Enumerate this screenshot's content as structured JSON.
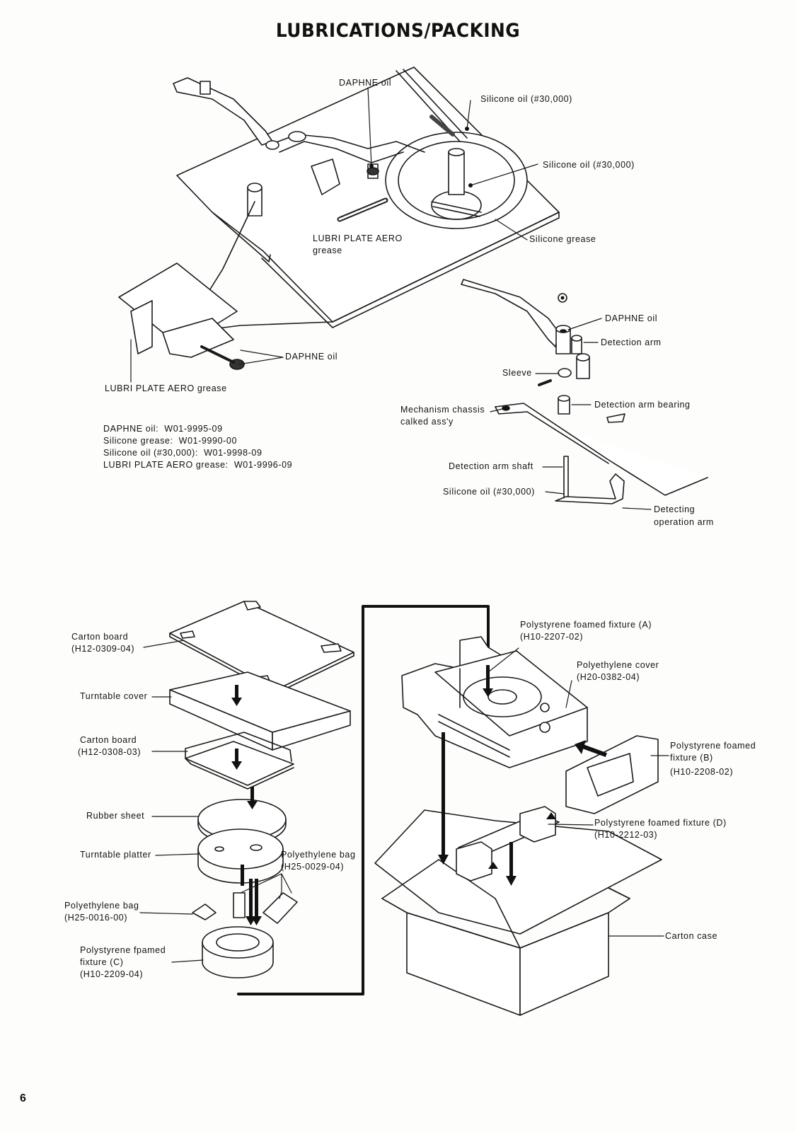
{
  "title": "LUBRICATIONS/PACKING",
  "lubrication": {
    "daphne_oil_top": "DAPHNE oil",
    "silicone_oil_1": "Silicone oil (#30,000)",
    "silicone_oil_2": "Silicone oil (#30,000)",
    "lubri_plate_aero_1": "LUBRI PLATE AERO",
    "lubri_plate_aero_1b": "grease",
    "silicone_grease": "Silicone grease",
    "daphne_oil_left": "DAPHNE oil",
    "lubri_plate_aero_2": "LUBRI PLATE AERO grease",
    "legend": [
      "DAPHNE oil:  W01-9995-09",
      "Silicone grease:  W01-9990-00",
      "Silicone oil (#30,000):  W01-9998-09",
      "LUBRI PLATE AERO grease:  W01-9996-09"
    ],
    "detail": {
      "daphne_oil": "DAPHNE oil",
      "detection_arm": "Detection arm",
      "sleeve": "Sleeve",
      "detection_arm_bearing": "Detection arm bearing",
      "mechanism_chassis_1": "Mechanism chassis",
      "mechanism_chassis_2": "calked ass'y",
      "detection_arm_shaft": "Detection arm shaft",
      "silicone_oil": "Silicone oil (#30,000)",
      "detecting_1": "Detecting",
      "detecting_2": "operation arm"
    }
  },
  "packing": {
    "carton_board_1": "Carton board",
    "carton_board_1_pn": "(H12-0309-04)",
    "turntable_cover": "Turntable cover",
    "carton_board_2": "Carton board",
    "carton_board_2_pn": "(H12-0308-03)",
    "rubber_sheet": "Rubber sheet",
    "turntable_platter": "Turntable platter",
    "poly_bag_1": "Polyethylene bag",
    "poly_bag_1_pn": "(H25-0029-04)",
    "poly_bag_2": "Polyethylene bag",
    "poly_bag_2_pn": "(H25-0016-00)",
    "fixture_c_1": "Polystyrene fpamed",
    "fixture_c_2": "fixture (C)",
    "fixture_c_pn": "(H10-2209-04)",
    "fixture_a": "Polystyrene foamed fixture (A)",
    "fixture_a_pn": "(H10-2207-02)",
    "poly_cover": "Polyethylene cover",
    "poly_cover_pn": "(H20-0382-04)",
    "fixture_b_1": "Polystyrene foamed",
    "fixture_b_2": "fixture (B)",
    "fixture_b_pn": "(H10-2208-02)",
    "fixture_d": "Polystyrene foamed fixture (D)",
    "fixture_d_pn": "(H10-2212-03)",
    "carton_case": "Carton case"
  },
  "page_number": "6"
}
